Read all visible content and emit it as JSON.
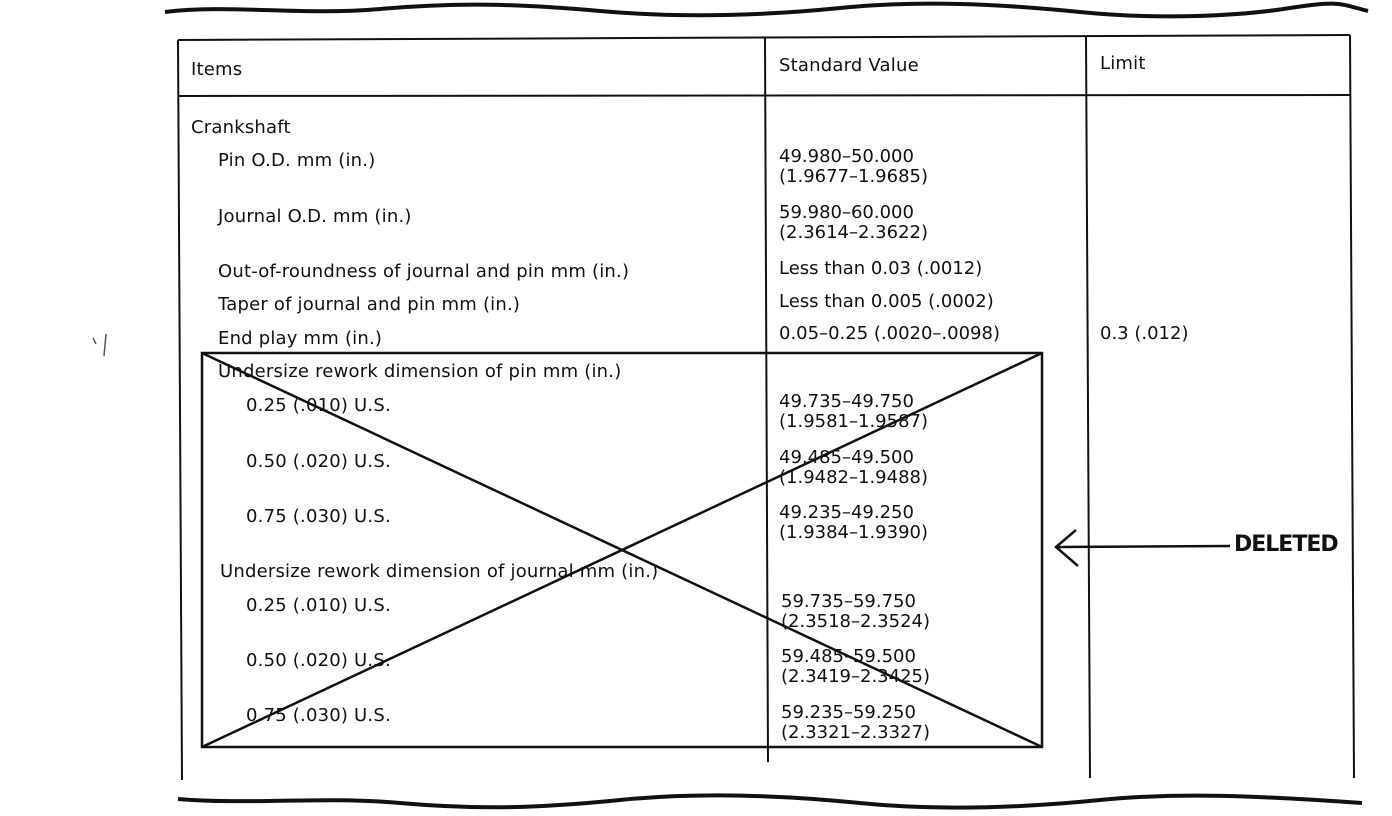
{
  "table": {
    "headers": {
      "items": "Items",
      "standard_value": "Standard Value",
      "limit": "Limit"
    },
    "section_title": "Crankshaft",
    "rows": [
      {
        "label": "Pin O.D.      mm (in.)",
        "std1": "49.980–50.000",
        "std2": "(1.9677–1.9685)"
      },
      {
        "label": "Journal O.D.      mm (in.)",
        "std1": "59.980–60.000",
        "std2": "(2.3614–2.3622)"
      },
      {
        "label": "Out-of-roundness of journal and pin      mm (in.)",
        "std1": "Less than 0.03 (.0012)"
      },
      {
        "label": "Taper of journal and pin      mm (in.)",
        "std1": "Less than 0.005 (.0002)"
      },
      {
        "label": "End play      mm (in.)",
        "std1": "0.05–0.25 (.0020–.0098)",
        "limit": "0.3 (.012)"
      }
    ],
    "deleted_rows": [
      {
        "label": "Undersize rework dimension of pin      mm (in.)"
      },
      {
        "label": "0.25 (.010) U.S.",
        "std1": "49.735–49.750",
        "std2": "(1.9581–1.9587)"
      },
      {
        "label": "0.50 (.020) U.S.",
        "std1": "49.485–49.500",
        "std2": "(1.9482–1.9488)"
      },
      {
        "label": "0.75 (.030) U.S.",
        "std1": "49.235–49.250",
        "std2": "(1.9384–1.9390)"
      },
      {
        "label": "Undersize rework dimension of journal      mm (in.)"
      },
      {
        "label": "0.25 (.010) U.S.",
        "std1": "59.735–59.750",
        "std2": "(2.3518–2.3524)"
      },
      {
        "label": "0.50 (.020) U.S.",
        "std1": "59.485–59.500",
        "std2": "(2.3419–2.3425)"
      },
      {
        "label": "0.75 (.030) U.S.",
        "std1": "59.235–59.250",
        "std2": "(2.3321–2.3327)"
      }
    ]
  },
  "annotation": {
    "text": "DELETED"
  },
  "colors": {
    "ink": "#111111",
    "paper": "#ffffff"
  }
}
